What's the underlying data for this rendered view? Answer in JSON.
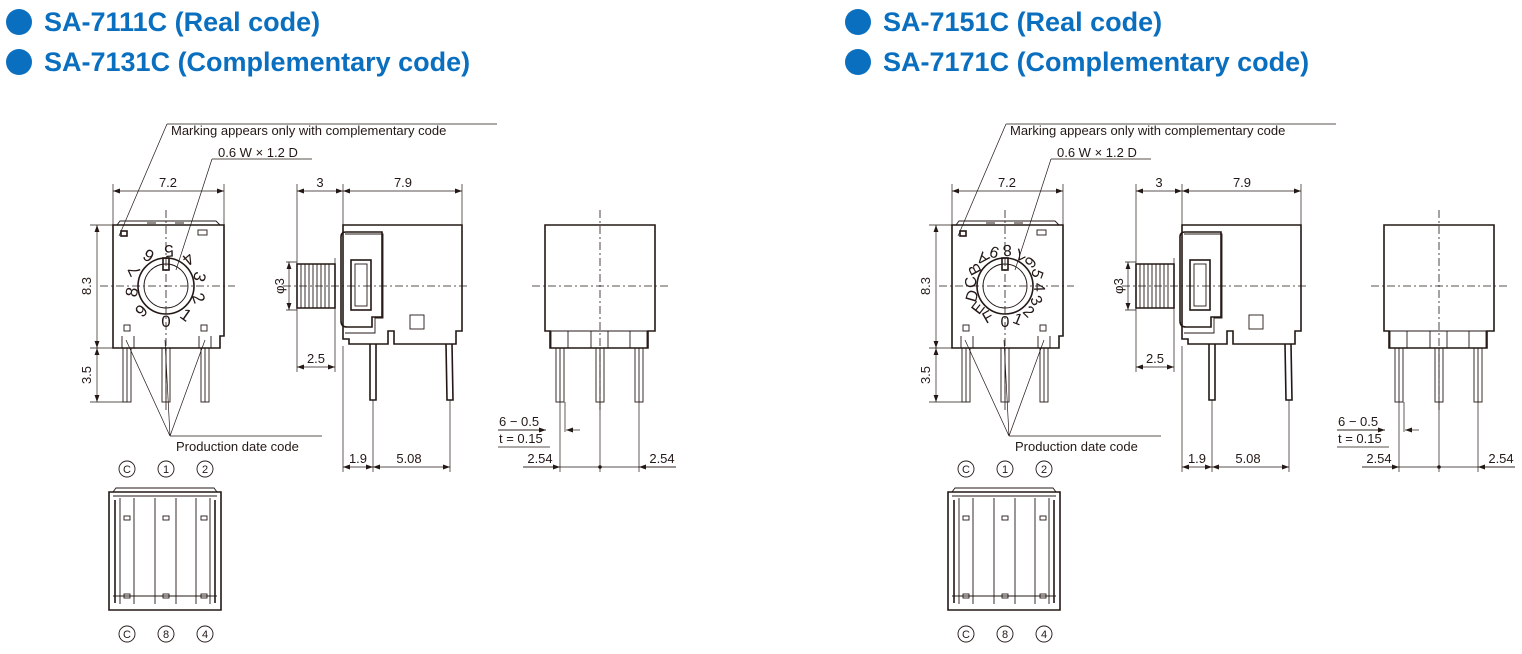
{
  "colors": {
    "heading": "#0a6fbf",
    "line": "#231815"
  },
  "panels": [
    {
      "headings": [
        "SA-7111C (Real code)",
        "SA-7131C (Complementary code)"
      ],
      "dial_digits": [
        "0",
        "1",
        "2",
        "3",
        "4",
        "5",
        "6",
        "7",
        "8",
        "9"
      ],
      "labels": {
        "marking_note": "Marking appears only with complementary code",
        "slot_size": "0.6 W × 1.2 D",
        "width": "7.2",
        "height": "8.3",
        "pin_length": "3.5",
        "shaft_len": "3",
        "body_depth": "7.9",
        "shaft_dia": "φ3",
        "shaft_offset": "2.5",
        "production_code": "Production date code",
        "pin_offset": "1.9",
        "pin_span": "5.08",
        "pin_size": "6 − 0.5",
        "pin_thickness": "t = 0.15",
        "pitch_left": "2.54",
        "pitch_right": "2.54",
        "top_pins": [
          "C",
          "1",
          "2"
        ],
        "bottom_pins": [
          "C",
          "8",
          "4"
        ]
      }
    },
    {
      "headings": [
        "SA-7151C (Real code)",
        "SA-7171C (Complementary code)"
      ],
      "dial_digits": [
        "0",
        "1",
        "2",
        "3",
        "4",
        "5",
        "6",
        "7",
        "8",
        "9",
        "A",
        "B",
        "C",
        "D",
        "E",
        "F"
      ],
      "labels": {
        "marking_note": "Marking appears only with complementary code",
        "slot_size": "0.6 W × 1.2 D",
        "width": "7.2",
        "height": "8.3",
        "pin_length": "3.5",
        "shaft_len": "3",
        "body_depth": "7.9",
        "shaft_dia": "φ3",
        "shaft_offset": "2.5",
        "production_code": "Production date code",
        "pin_offset": "1.9",
        "pin_span": "5.08",
        "pin_size": "6 − 0.5",
        "pin_thickness": "t = 0.15",
        "pitch_left": "2.54",
        "pitch_right": "2.54",
        "top_pins": [
          "C",
          "1",
          "2"
        ],
        "bottom_pins": [
          "C",
          "8",
          "4"
        ]
      }
    }
  ]
}
